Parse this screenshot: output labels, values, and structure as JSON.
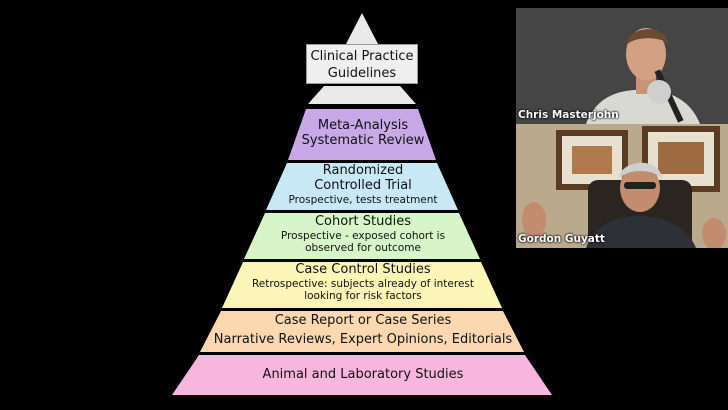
{
  "pyramid": {
    "top": {
      "line1": "Clinical Practice",
      "line2": "Guidelines"
    },
    "tiers": [
      {
        "lines": [
          "Meta-Analysis",
          "Systematic Review"
        ],
        "sub": [],
        "color": "#c9a8e8"
      },
      {
        "lines": [
          "Randomized",
          "Controlled Trial"
        ],
        "sub": [
          "Prospective, tests treatment"
        ],
        "color": "#c8e8f6"
      },
      {
        "lines": [
          "Cohort Studies"
        ],
        "sub": [
          "Prospective - exposed cohort is",
          "observed for outcome"
        ],
        "color": "#d7f5c8"
      },
      {
        "lines": [
          "Case Control Studies"
        ],
        "sub": [
          "Retrospective: subjects already of interest",
          "looking for risk factors"
        ],
        "color": "#fbf6b8"
      },
      {
        "lines": [
          "Case Report or Case Series",
          "Narrative Reviews, Expert Opinions, Editorials"
        ],
        "sub": [],
        "color": "#fbd8b0"
      },
      {
        "lines": [
          "Animal and Laboratory Studies"
        ],
        "sub": [],
        "color": "#f7b6de"
      }
    ]
  },
  "participants": [
    {
      "name": "Chris Masterjohn"
    },
    {
      "name": "Gordon Guyatt"
    }
  ]
}
